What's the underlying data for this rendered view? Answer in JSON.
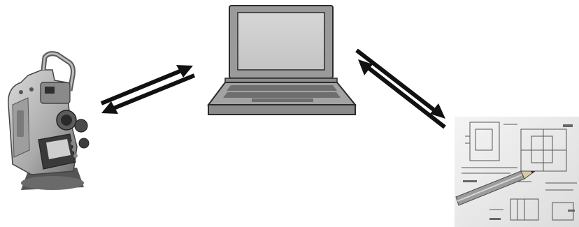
{
  "diagram": {
    "nodes": [
      {
        "id": "total-station",
        "icon": "total-station-icon"
      },
      {
        "id": "laptop",
        "icon": "laptop-icon"
      },
      {
        "id": "plans",
        "icon": "construction-plans-icon"
      }
    ],
    "links": [
      {
        "from": "total-station",
        "to": "laptop",
        "direction": "bidirectional"
      },
      {
        "from": "laptop",
        "to": "plans",
        "direction": "bidirectional"
      }
    ],
    "colors": {
      "arrow": "#111111",
      "device_body": "#bdbdbd",
      "device_dark": "#4a4a4a",
      "screen": "#d0d0d0",
      "paper": "#eeeeee"
    }
  }
}
